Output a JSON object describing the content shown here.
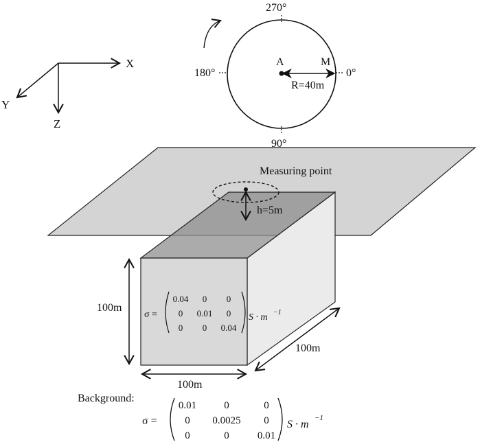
{
  "axes": {
    "x": "X",
    "y": "Y",
    "z": "Z"
  },
  "circle": {
    "angle_top": "270°",
    "angle_left": "180°",
    "angle_right": "0°",
    "angle_bottom": "90°",
    "center_label": "A",
    "edge_label": "M",
    "radius_label": "R=40m"
  },
  "measuring_point_label": "Measuring point",
  "height_label": "h=5m",
  "block": {
    "height_label": "100m",
    "width_label": "100m",
    "depth_label": "100m",
    "sigma": "σ =",
    "matrix": [
      [
        "0.04",
        "0",
        "0"
      ],
      [
        "0",
        "0.01",
        "0"
      ],
      [
        "0",
        "0",
        "0.04"
      ]
    ],
    "unit": "S · m"
  },
  "background": {
    "label": "Background:",
    "sigma": "σ =",
    "matrix": [
      [
        "0.01",
        "0",
        "0"
      ],
      [
        "0",
        "0.0025",
        "0"
      ],
      [
        "0",
        "0",
        "0.01"
      ]
    ],
    "unit": "S · m"
  },
  "unit_exponent": "−1",
  "colors": {
    "plane_fill": "#d4d4d4",
    "block_front": "#d9d9d9",
    "block_top": "#8f8f8f",
    "block_side": "#ebebeb",
    "line": "#111111"
  }
}
